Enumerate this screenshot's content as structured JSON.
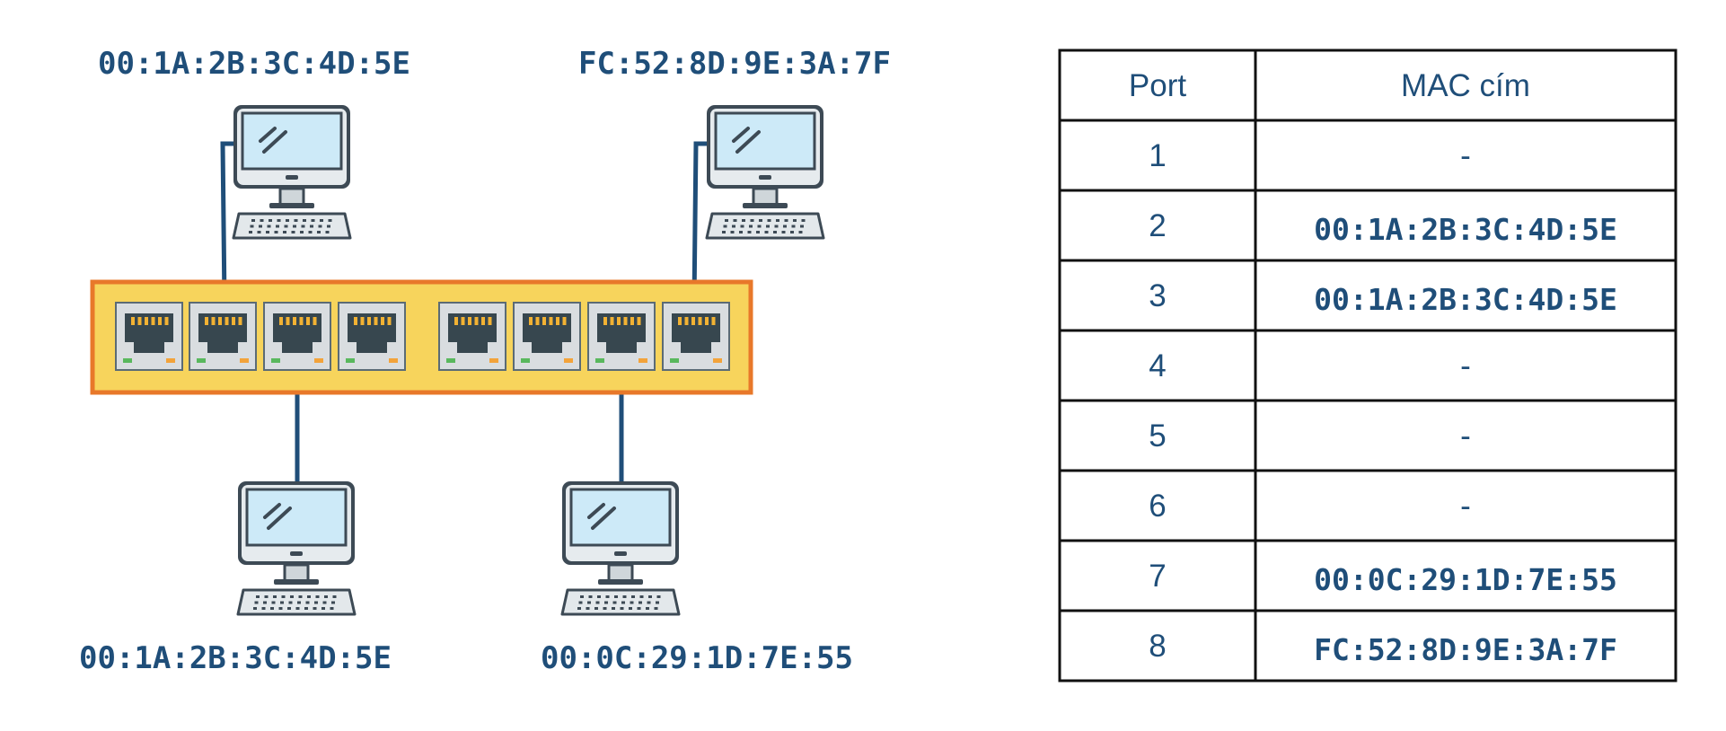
{
  "colors": {
    "label": "#1f4e79",
    "cable": "#1f4e79",
    "switch_fill": "#f7d45c",
    "switch_border": "#e8782a",
    "port_frame": "#d9dde0",
    "port_jack": "#37474f",
    "pin": "#f2b233",
    "led_green": "#59b85d",
    "led_orange": "#f2a33a",
    "screen": "#cdeaf8",
    "monitor_frame": "#3d4a55",
    "grid": "#111111"
  },
  "icons": {
    "computer": "desktop-computer-icon",
    "port": "ethernet-port-icon",
    "switch": "network-switch-icon"
  },
  "computers": [
    {
      "id": "pc-top-left",
      "mac": "00:1A:2B:3C:4D:5E",
      "port": 2
    },
    {
      "id": "pc-top-right",
      "mac": "FC:52:8D:9E:3A:7F",
      "port": 8
    },
    {
      "id": "pc-bottom-left",
      "mac": "00:1A:2B:3C:4D:5E",
      "port": 3
    },
    {
      "id": "pc-bottom-right",
      "mac": "00:0C:29:1D:7E:55",
      "port": 7
    }
  ],
  "switch": {
    "ports": [
      1,
      2,
      3,
      4,
      5,
      6,
      7,
      8
    ]
  },
  "table": {
    "headers": [
      "Port",
      "MAC cím"
    ],
    "rows": [
      {
        "port": "1",
        "mac": "-"
      },
      {
        "port": "2",
        "mac": "00:1A:2B:3C:4D:5E"
      },
      {
        "port": "3",
        "mac": "00:1A:2B:3C:4D:5E"
      },
      {
        "port": "4",
        "mac": "-"
      },
      {
        "port": "5",
        "mac": "-"
      },
      {
        "port": "6",
        "mac": "-"
      },
      {
        "port": "7",
        "mac": "00:0C:29:1D:7E:55"
      },
      {
        "port": "8",
        "mac": "FC:52:8D:9E:3A:7F"
      }
    ]
  }
}
